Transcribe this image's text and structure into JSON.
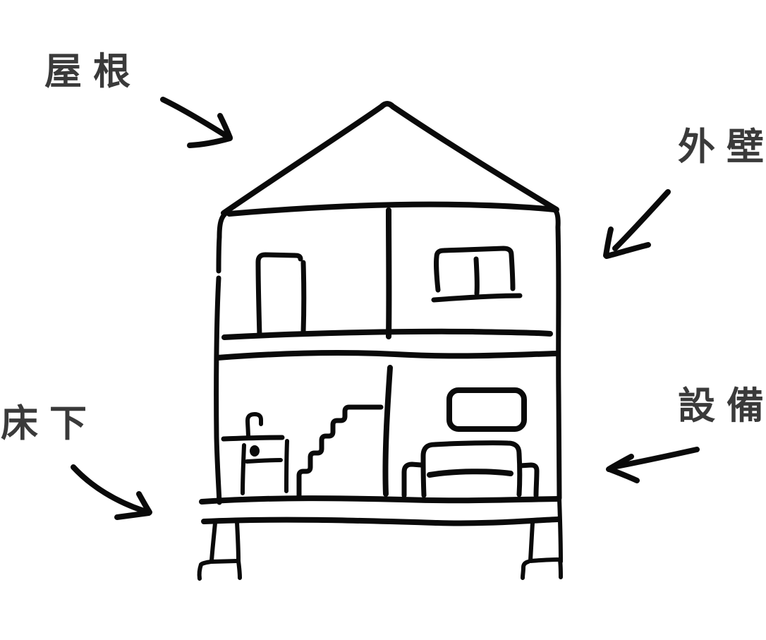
{
  "figure": {
    "title": "hand-drawn house cross-section with part labels",
    "colors": {
      "background": "#ffffff",
      "ink": "#0a0a0a",
      "label_text": "#3a3a3a"
    },
    "labels": [
      {
        "id": "roof",
        "text": "屋根",
        "meaning": "roof",
        "arrow_direction": "points down-right to roof"
      },
      {
        "id": "exterior-wall",
        "text": "外壁",
        "meaning": "exterior wall",
        "arrow_direction": "points down-left to right wall"
      },
      {
        "id": "underfloor",
        "text": "床下",
        "meaning": "under floor",
        "arrow_direction": "points down-right to foundation"
      },
      {
        "id": "equipment",
        "text": "設備",
        "meaning": "equipment",
        "arrow_direction": "points left to first-floor fixtures"
      }
    ],
    "house_parts": [
      "roof",
      "exterior walls",
      "second-floor door",
      "second-floor window",
      "floor slab between storeys",
      "staircase",
      "kitchen sink",
      "wall panel",
      "sofa",
      "ground floor slab",
      "stilt posts with footings"
    ]
  }
}
